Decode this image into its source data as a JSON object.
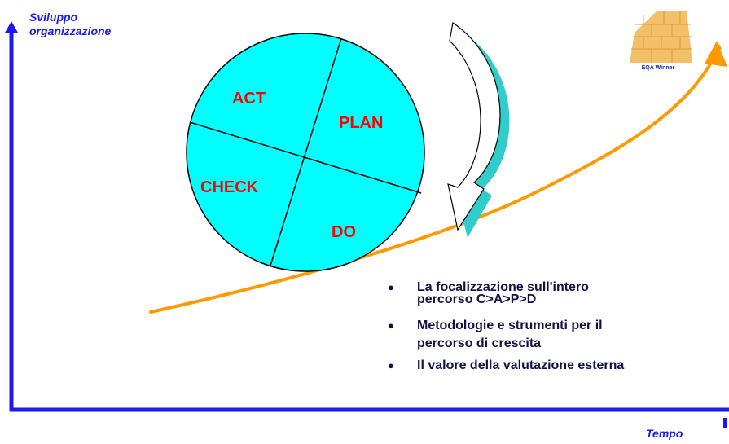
{
  "axes": {
    "y_label": "Sviluppo\norganizzazione",
    "x_label": "Tempo"
  },
  "pdca": {
    "quadrants": [
      "ACT",
      "PLAN",
      "CHECK",
      "DO"
    ],
    "fill_color": "#00ffff",
    "label_color": "#ff0000"
  },
  "growth_curve": {
    "color": "#ff9900"
  },
  "axis_color": "#1a1aee",
  "badge": {
    "caption": "EQA Winner",
    "icon": "brick-wall-icon"
  },
  "bullets": [
    "La focalizzazione sull'intero\npercorso C>A>P>D",
    "Metodologie e strumenti per il\npercorso di crescita",
    "Il valore della valutazione esterna"
  ]
}
